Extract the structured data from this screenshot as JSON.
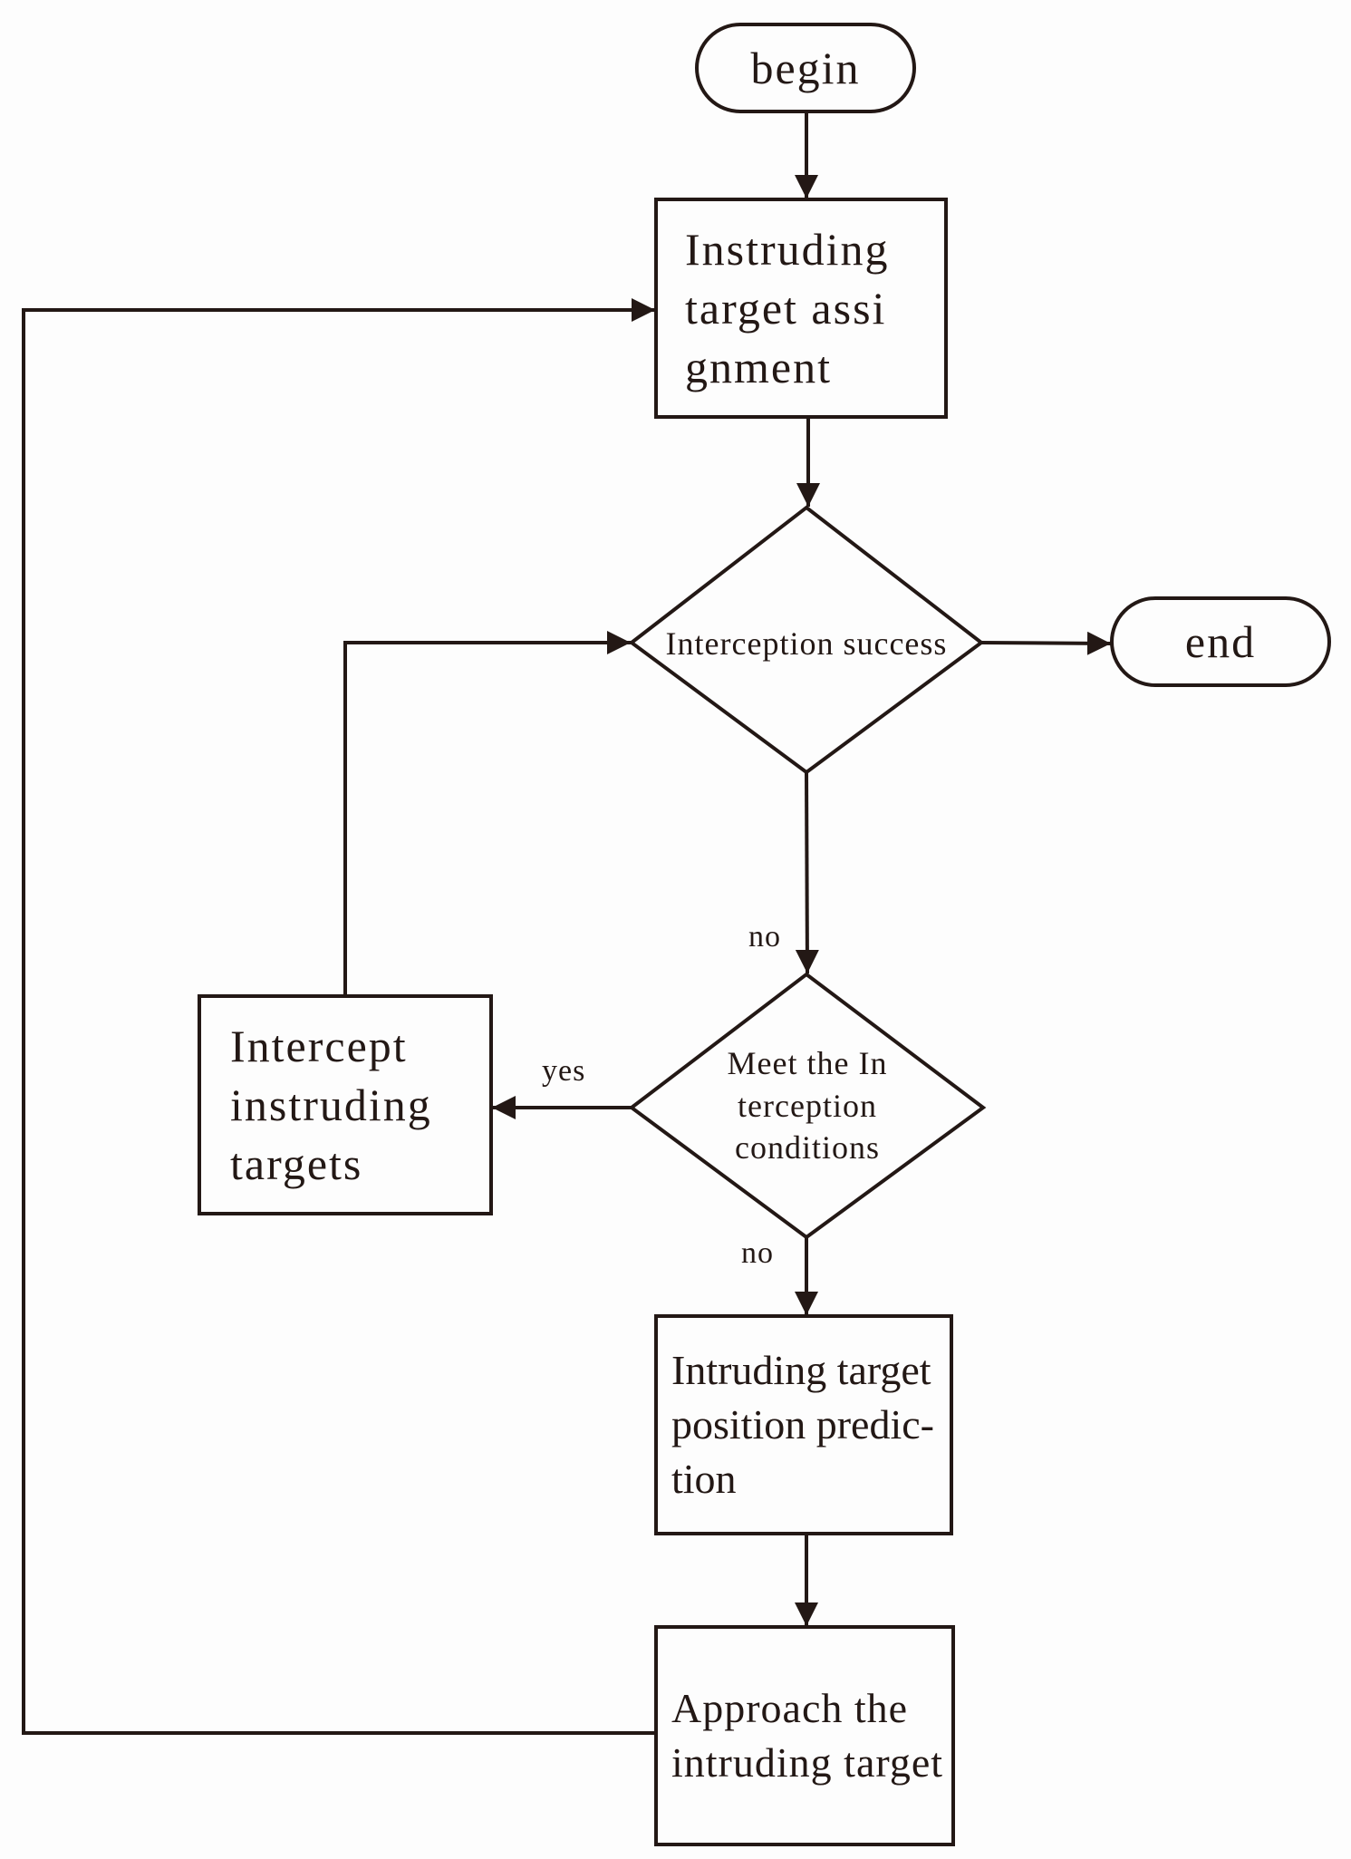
{
  "diagram": {
    "nodes": {
      "begin": "begin",
      "assign": "Instruding\ntarget assi\ngnment",
      "success": "Interception success",
      "end": "end",
      "conditions": "Meet the In\nterception\nconditions",
      "intercept": "Intercept\ninstruding\ntargets",
      "predict": "Intruding target\nposition predic-\ntion",
      "approach": "Approach  the\nintruding target"
    },
    "edge_labels": {
      "success_no": "no",
      "conditions_yes": "yes",
      "conditions_no": "no"
    }
  }
}
